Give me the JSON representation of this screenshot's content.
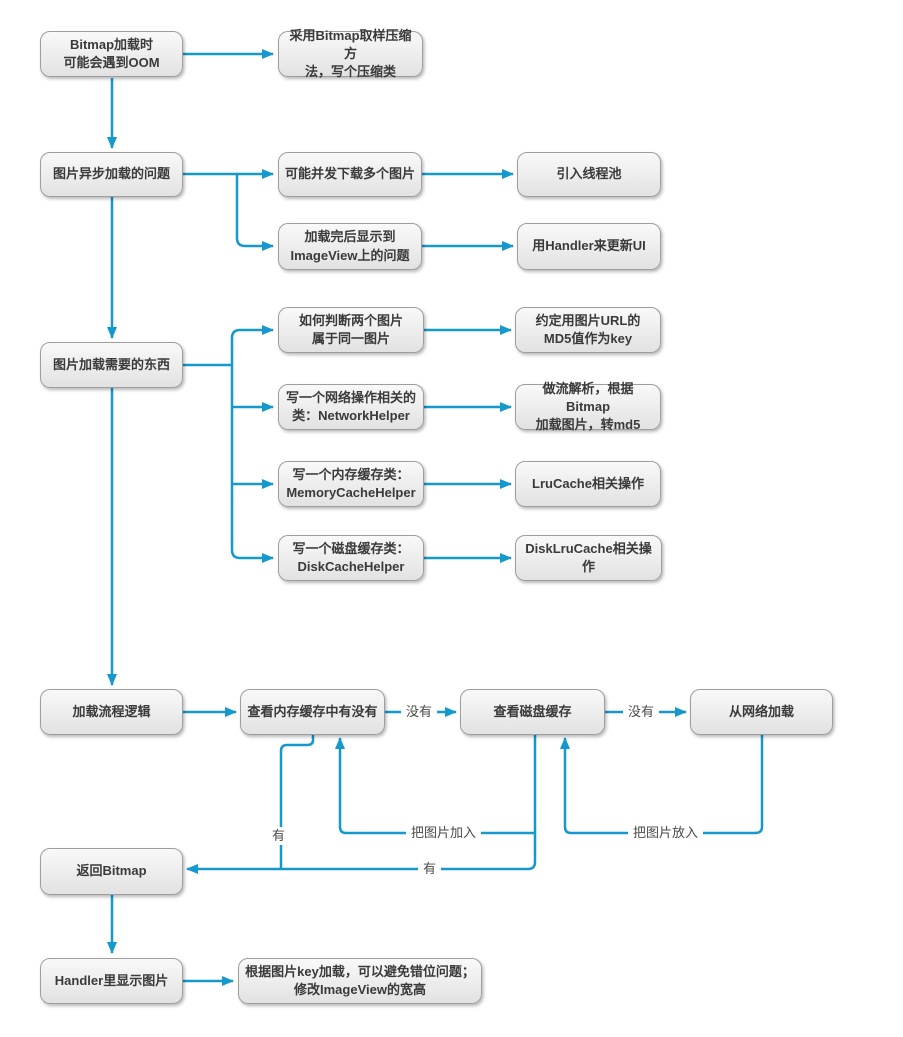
{
  "nodes": {
    "bitmap_oom": {
      "text": "Bitmap加载时\n可能会遇到OOM"
    },
    "sampling_compress": {
      "text": "采用Bitmap取样压缩方\n法，写个压缩类"
    },
    "async_load_problem": {
      "text": "图片异步加载的问题"
    },
    "concurrent_download": {
      "text": "可能并发下载多个图片"
    },
    "thread_pool": {
      "text": "引入线程池"
    },
    "imageview_display": {
      "text": "加载完后显示到\nImageView上的问题"
    },
    "handler_update_ui": {
      "text": "用Handler来更新UI"
    },
    "load_requirements": {
      "text": "图片加载需要的东西"
    },
    "judge_same_image": {
      "text": "如何判断两个图片\n属于同一图片"
    },
    "url_md5_key": {
      "text": "约定用图片URL的\nMD5值作为key"
    },
    "network_helper": {
      "text": "写一个网络操作相关的\n类：NetworkHelper"
    },
    "stream_parse": {
      "text": "做流解析，根据Bitmap\n加载图片，转md5"
    },
    "memory_cache_helper": {
      "text": "写一个内存缓存类：\nMemoryCacheHelper"
    },
    "lrucache_ops": {
      "text": "LruCache相关操作"
    },
    "disk_cache_helper": {
      "text": "写一个磁盘缓存类：\nDiskCacheHelper"
    },
    "disklrucache_ops": {
      "text": "DiskLruCache相关操作"
    },
    "load_flow_logic": {
      "text": "加载流程逻辑"
    },
    "check_memory_cache": {
      "text": "查看内存缓存中有没有"
    },
    "check_disk_cache": {
      "text": "查看磁盘缓存"
    },
    "load_from_network": {
      "text": "从网络加载"
    },
    "return_bitmap": {
      "text": "返回Bitmap"
    },
    "handler_show_image": {
      "text": "Handler里显示图片"
    },
    "load_by_key": {
      "text": "根据图片key加载，可以避免错位问题；\n修改ImageView的宽高"
    }
  },
  "edge_labels": {
    "no_1": "没有",
    "no_2": "没有",
    "have_1": "有",
    "have_2": "有",
    "add_to_memory": "把图片加入",
    "add_to_disk": "把图片放入"
  },
  "colors": {
    "connector": "#1598CB",
    "node_border": "#9E9E9E",
    "node_fill_top": "#F9F9F9",
    "node_fill_bottom": "#E2E2E2",
    "node_text": "#3A3A3A",
    "background": "#FFFFFF"
  }
}
